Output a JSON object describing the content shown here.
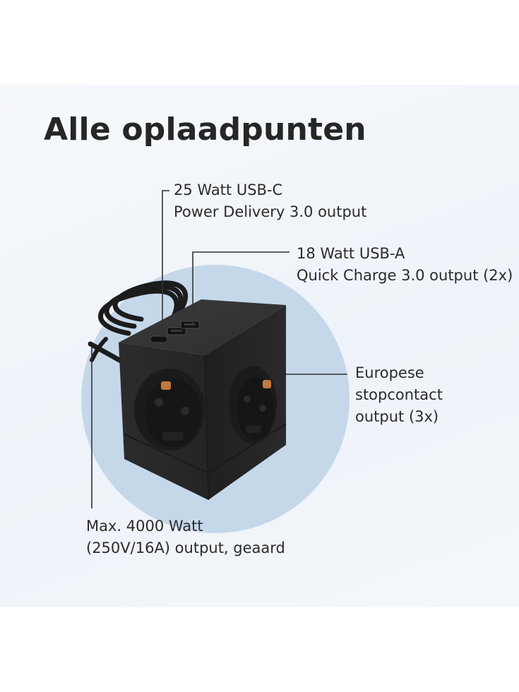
{
  "title": "Alle oplaadpunten",
  "callouts": {
    "usbc": {
      "line1": "25 Watt USB-C",
      "line2": "Power Delivery 3.0 output"
    },
    "usba": {
      "line1": "18 Watt USB-A",
      "line2": "Quick Charge 3.0 output (2x)"
    },
    "socket": {
      "line1": "Europese",
      "line2": "stopcontact",
      "line3": "output (3x)"
    },
    "power": {
      "line1": "Max. 4000 Watt",
      "line2": "(250V/16A) output, geaard"
    }
  },
  "colors": {
    "circle": "#c5d8ea",
    "cube": "#2a2a2a",
    "copper": "#c07a3c",
    "line": "#333333"
  }
}
